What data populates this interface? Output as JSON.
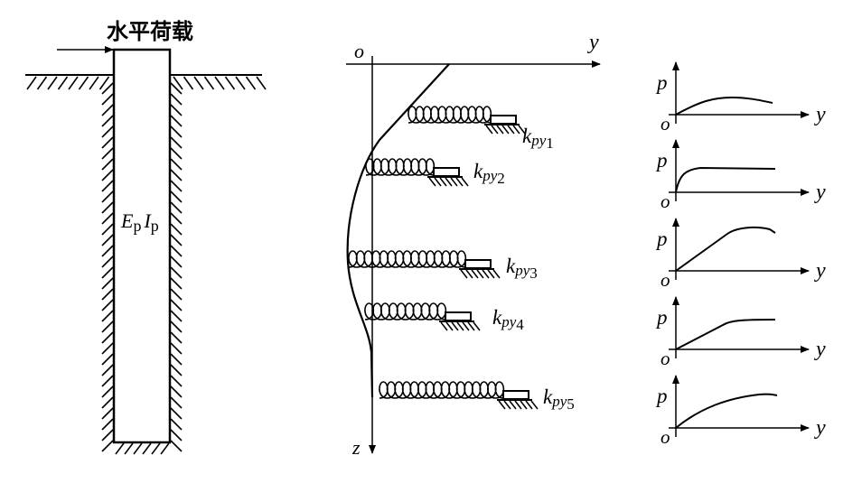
{
  "pile": {
    "load_label": "水平荷载",
    "stiffness_E": "E",
    "stiffness_E_sub": "p",
    "stiffness_I": "I",
    "stiffness_I_sub": "p"
  },
  "deflection": {
    "origin_label": "o",
    "y_axis_label": "y",
    "z_axis_label": "z",
    "springs": [
      {
        "k": "k",
        "sub": "py",
        "index": "1"
      },
      {
        "k": "k",
        "sub": "py",
        "index": "2"
      },
      {
        "k": "k",
        "sub": "py",
        "index": "3"
      },
      {
        "k": "k",
        "sub": "py",
        "index": "4"
      },
      {
        "k": "k",
        "sub": "py",
        "index": "5"
      }
    ]
  },
  "py_curves": {
    "p_label": "p",
    "y_label": "y",
    "origin_label": "o",
    "count": 5
  },
  "colors": {
    "ink": "#000000",
    "background": "#ffffff"
  }
}
